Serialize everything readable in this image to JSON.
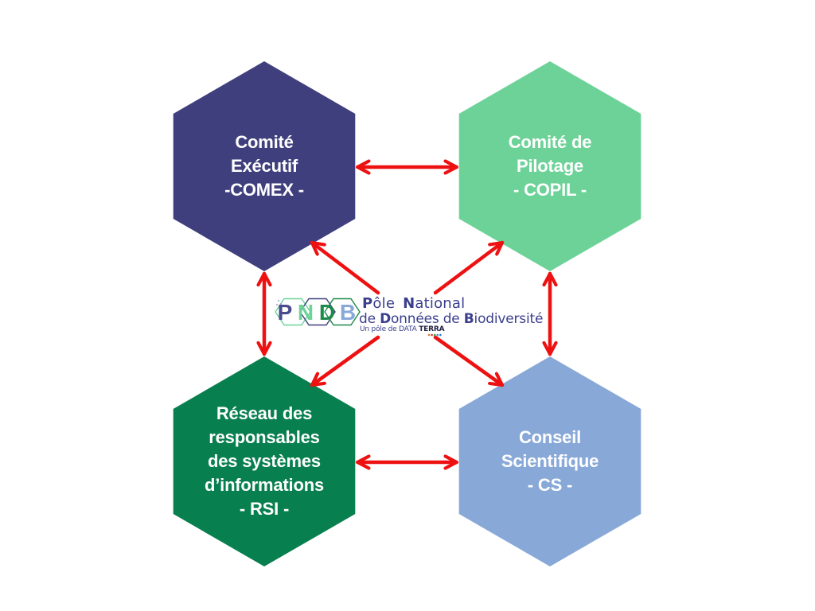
{
  "diagram": {
    "type": "organizational-hexagon-diagram",
    "arrow_color": "#ee1111",
    "nodes": [
      {
        "id": "comex",
        "lines": [
          "Comité",
          "Exécutif",
          "-COMEX -"
        ],
        "color": "#3f3f7e",
        "position": "top-left"
      },
      {
        "id": "copil",
        "lines": [
          "Comité de",
          "Pilotage",
          "- COPIL -"
        ],
        "color": "#6dd298",
        "position": "top-right"
      },
      {
        "id": "rsi",
        "lines": [
          "Réseau des",
          "responsables",
          "des systèmes",
          "d’informations",
          "- RSI -"
        ],
        "color": "#087f4f",
        "position": "bottom-left"
      },
      {
        "id": "cs",
        "lines": [
          "Conseil",
          "Scientifique",
          "- CS -"
        ],
        "color": "#88a8d8",
        "position": "bottom-right"
      }
    ],
    "connections": [
      {
        "from": "comex",
        "to": "copil",
        "bidirectional": true
      },
      {
        "from": "rsi",
        "to": "cs",
        "bidirectional": true
      },
      {
        "from": "comex",
        "to": "rsi",
        "bidirectional": true
      },
      {
        "from": "copil",
        "to": "cs",
        "bidirectional": true
      },
      {
        "from": "center",
        "to": "comex",
        "bidirectional": false
      },
      {
        "from": "center",
        "to": "copil",
        "bidirectional": false
      },
      {
        "from": "center",
        "to": "rsi",
        "bidirectional": false
      },
      {
        "from": "center",
        "to": "cs",
        "bidirectional": false
      }
    ]
  },
  "logo": {
    "letters": [
      {
        "char": "P",
        "color": "#4a4a8e"
      },
      {
        "char": "N",
        "color": "#6dd298"
      },
      {
        "char": "D",
        "color": "#1e8a4a"
      },
      {
        "char": "B",
        "color": "#88a8d8"
      }
    ],
    "hex_outline_colors": [
      "#6dd298",
      "#3f3f7e",
      "#1e8a4a"
    ],
    "line1": {
      "cap1": "P",
      "rest1": "ôle",
      "cap2": "N",
      "rest2": "ational"
    },
    "line2": {
      "pre": "de ",
      "cap1": "D",
      "rest1": "onnées de ",
      "cap2": "B",
      "rest2": "iodiversité"
    },
    "line3": {
      "pre": "Un pôle de DATA ",
      "strong": "TERRA"
    },
    "dot_colors": [
      "#e8731e",
      "#d9303a",
      "#2aa84a",
      "#2a9ad8",
      "#3b6fd0"
    ]
  }
}
